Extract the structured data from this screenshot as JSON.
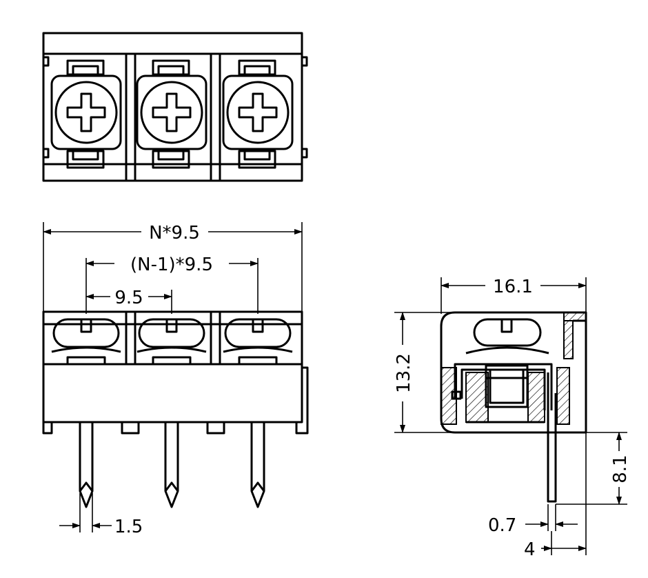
{
  "drawing": {
    "dimensions": {
      "total_width": "N*9.5",
      "span": "(N-1)*9.5",
      "pitch": "9.5",
      "pin_width": "1.5",
      "depth": "16.1",
      "height": "13.2",
      "pin_length": "8.1",
      "pin_thickness": "0.7",
      "pin_offset": "4"
    }
  }
}
